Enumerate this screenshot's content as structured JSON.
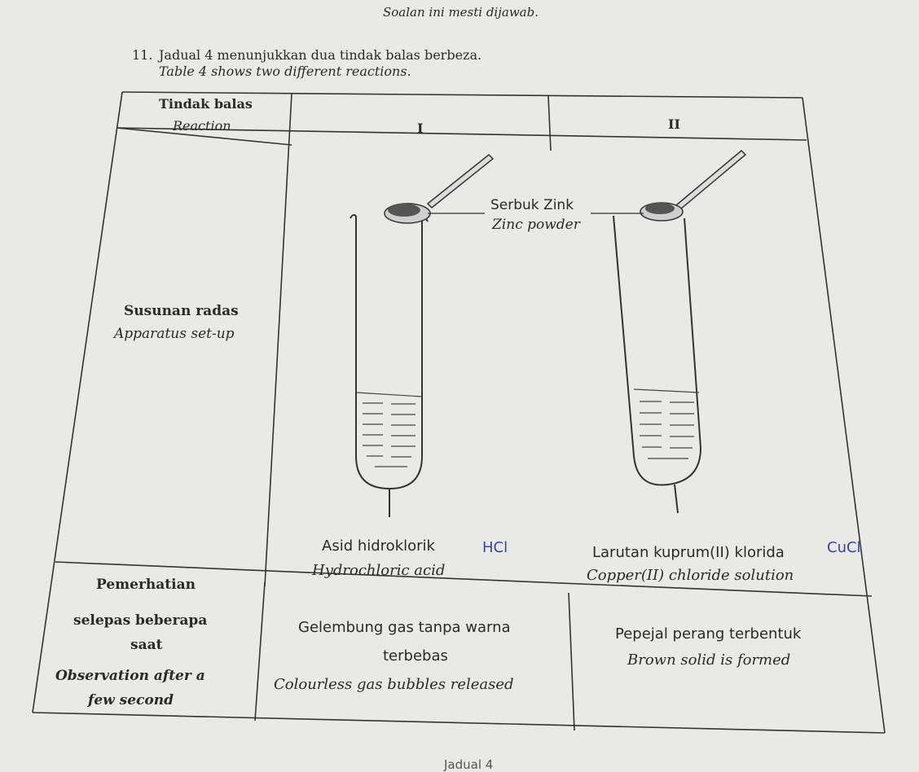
{
  "header": {
    "instruction": "Soalan ini mesti dijawab."
  },
  "question": {
    "number": "11.",
    "text_ms": "Jadual 4 menunjukkan dua tindak balas berbeza.",
    "text_en": "Table 4 shows two different reactions."
  },
  "table": {
    "header": {
      "col0_ms": "Tindak balas",
      "col0_en": "Reaction",
      "col1": "I",
      "col2": "II"
    },
    "apparatus": {
      "label_ms": "Susunan radas",
      "label_en": "Apparatus set-up",
      "powder_ms": "Serbuk Zink",
      "powder_en": "Zinc powder",
      "solution1_ms": "Asid hidroklorik",
      "solution1_en": "Hydrochloric acid",
      "solution1_note": "HCl",
      "solution2_ms": "Larutan kuprum(II) klorida",
      "solution2_en": "Copper(II) chloride solution",
      "solution2_note": "CuCl"
    },
    "observation": {
      "label_ms_1": "Pemerhatian",
      "label_ms_2": "selepas beberapa",
      "label_ms_3": "saat",
      "label_en_1": "Observation after a",
      "label_en_2": "few second",
      "obs1_ms_1": "Gelembung gas tanpa warna",
      "obs1_ms_2": "terbebas",
      "obs1_en": "Colourless gas bubbles released",
      "obs2_ms": "Pepejal perang terbentuk",
      "obs2_en": "Brown solid is formed"
    }
  },
  "footer": {
    "caption": "Jadual 4"
  },
  "colors": {
    "ink": "#2a2a2a",
    "handwriting": "#3b3fb0",
    "paper": "#e9e9e6"
  }
}
